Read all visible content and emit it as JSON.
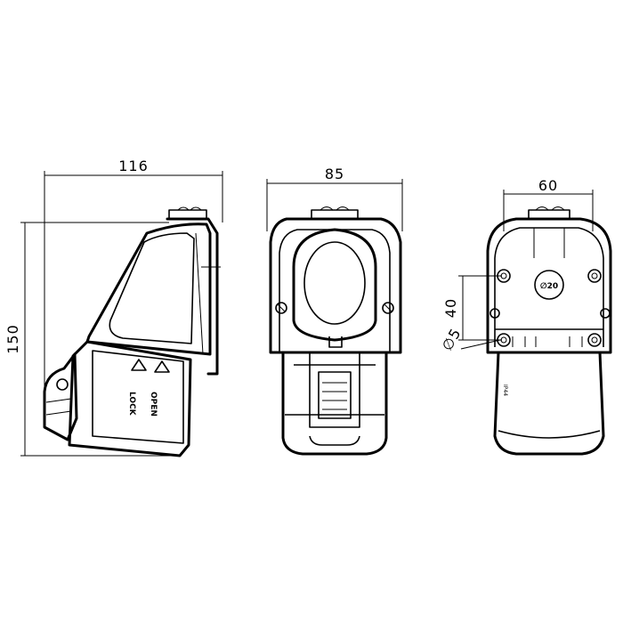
{
  "dimensions": {
    "side_width": "116",
    "side_height": "150",
    "front_width": "85",
    "rear_width": "60",
    "rear_hole_spacing": "40",
    "rear_hole_diameter": "∅5",
    "rear_center_hole": "∅20"
  },
  "side_labels": {
    "lock": "LOCK",
    "open": "OPEN"
  },
  "rear_labels": {
    "marking": "IP44"
  }
}
